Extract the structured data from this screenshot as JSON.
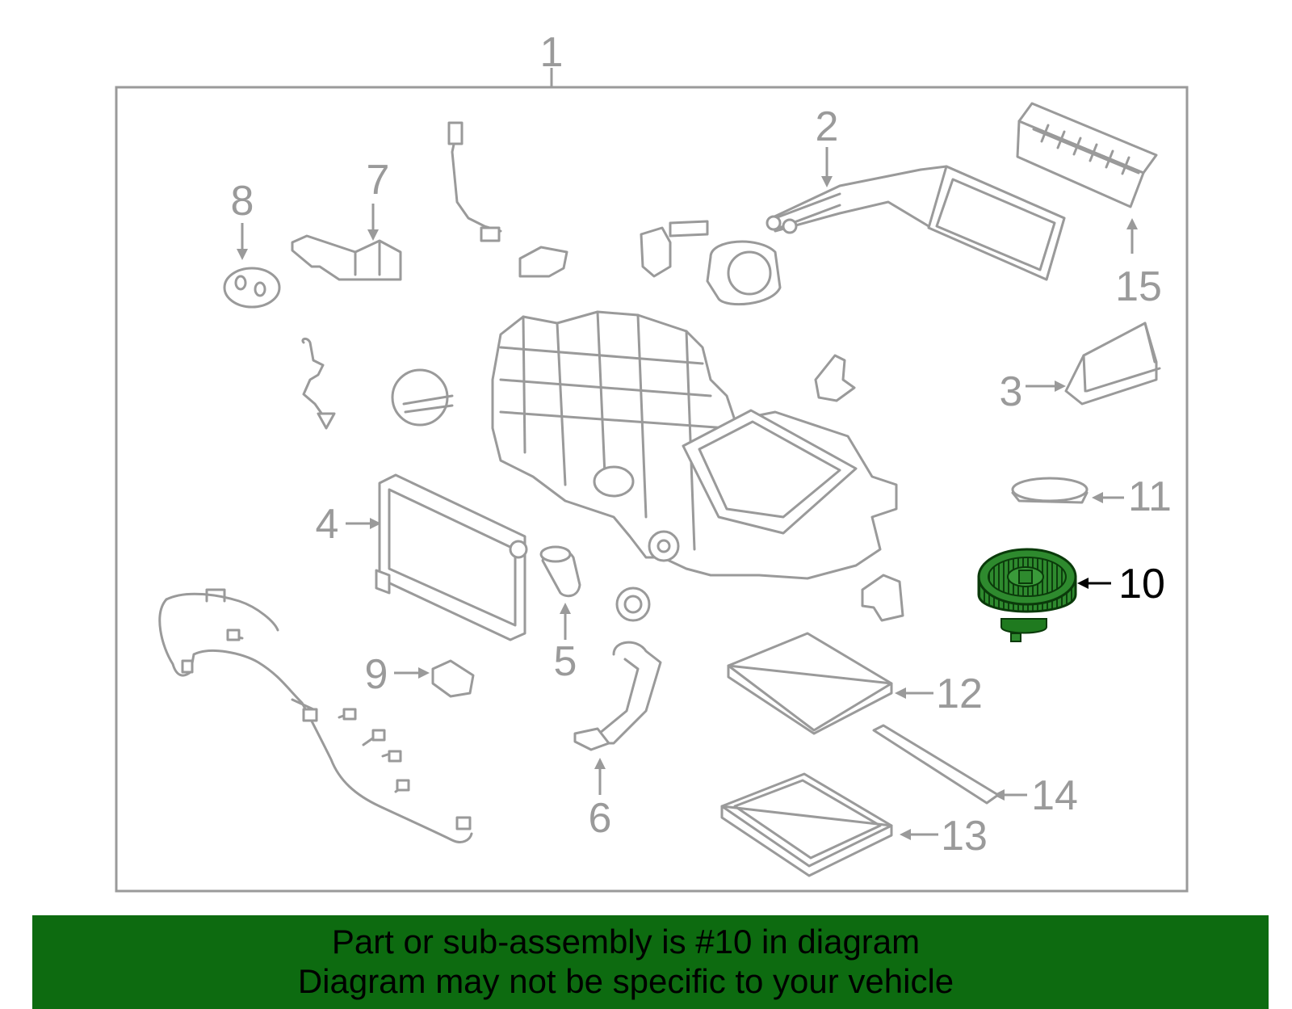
{
  "diagram": {
    "callouts": [
      "1",
      "2",
      "3",
      "4",
      "5",
      "6",
      "7",
      "8",
      "9",
      "10",
      "11",
      "12",
      "13",
      "14",
      "15"
    ],
    "highlighted_part": "10",
    "colors": {
      "outline": "#9a9a9a",
      "highlight_fill": "#1f7a1f",
      "banner_bg": "#0d6b10",
      "frame": "#9a9a9a"
    }
  },
  "banner": {
    "line1": "Part or sub-assembly is #10 in diagram",
    "line2": "Diagram may not be specific to your vehicle"
  }
}
